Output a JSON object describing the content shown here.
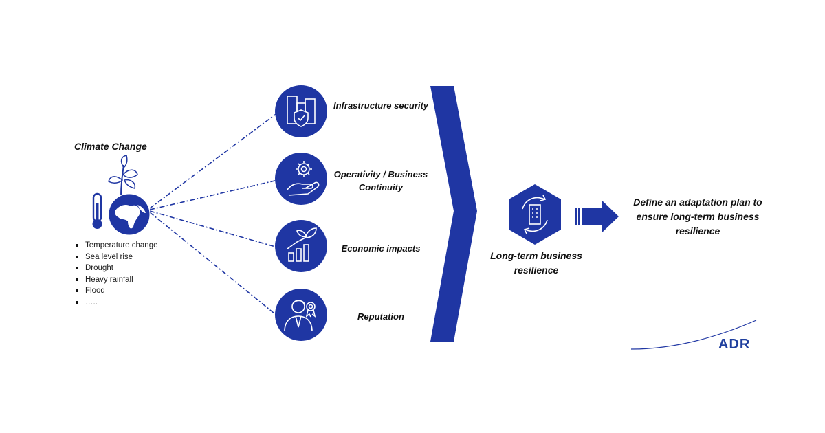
{
  "climate_change": {
    "title": "Climate Change",
    "items": [
      "Temperature change",
      "Sea level rise",
      "Drought",
      "Heavy rainfall",
      "Flood",
      "….."
    ]
  },
  "impacts": [
    {
      "label": "Infrastructure security",
      "icon": "buildings-shield-icon"
    },
    {
      "label": "Operativity / Business Continuity",
      "icon": "gear-hand-icon"
    },
    {
      "label": "Economic impacts",
      "icon": "growth-chart-icon"
    },
    {
      "label": "Reputation",
      "icon": "businessman-badge-icon"
    }
  ],
  "outcome": {
    "label": "Long-term business resilience",
    "icon": "building-cycle-icon"
  },
  "goal": {
    "label": "Define an adaptation plan to ensure long-term business resilience"
  },
  "logo": {
    "text": "ADR"
  },
  "colors": {
    "primary": "#1f36a3",
    "text": "#111111"
  }
}
